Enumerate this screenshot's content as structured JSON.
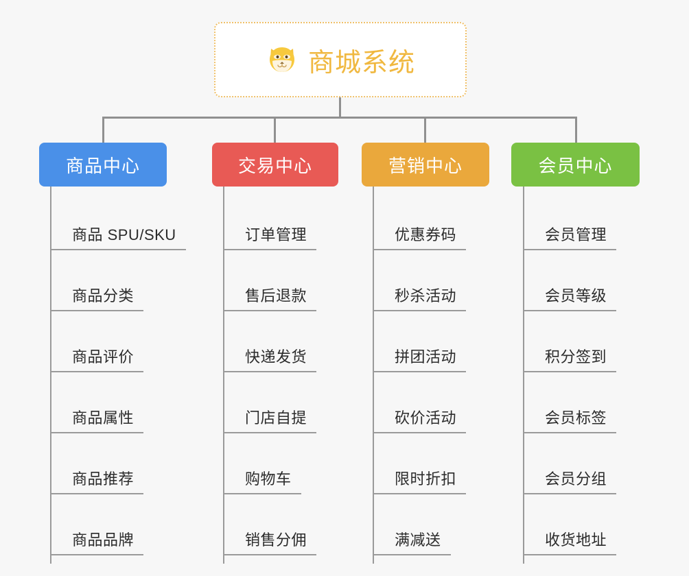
{
  "diagram": {
    "type": "org-chart",
    "background_color": "#f7f7f7",
    "root": {
      "title": "商城系统",
      "icon": "shiba-dog-face-icon",
      "border_color": "#f0c068",
      "text_color": "#f0b840",
      "background_color": "#ffffff"
    },
    "connector_color": "#909090",
    "branches": [
      {
        "label": "商品中心",
        "color": "#4a90e8",
        "items": [
          "商品 SPU/SKU",
          "商品分类",
          "商品评价",
          "商品属性",
          "商品推荐",
          "商品品牌"
        ]
      },
      {
        "label": "交易中心",
        "color": "#e85a55",
        "items": [
          "订单管理",
          "售后退款",
          "快递发货",
          "门店自提",
          "购物车",
          "销售分佣"
        ]
      },
      {
        "label": "营销中心",
        "color": "#eaa83c",
        "items": [
          "优惠券码",
          "秒杀活动",
          "拼团活动",
          "砍价活动",
          "限时折扣",
          "满减送"
        ]
      },
      {
        "label": "会员中心",
        "color": "#7ac143",
        "items": [
          "会员管理",
          "会员等级",
          "积分签到",
          "会员标签",
          "会员分组",
          "收货地址"
        ]
      }
    ]
  }
}
